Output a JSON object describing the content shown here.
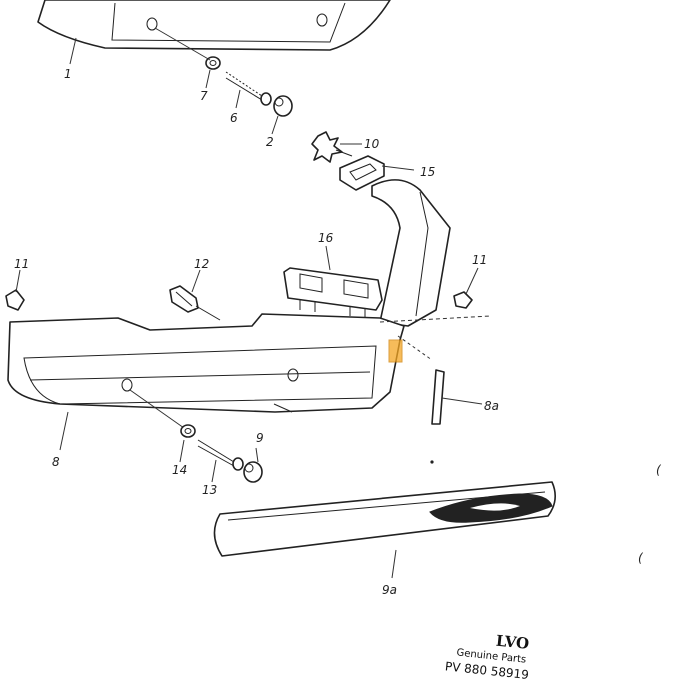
{
  "labels": {
    "l1": "1",
    "l7": "7",
    "l6": "6",
    "l2": "2",
    "l10": "10",
    "l15": "15",
    "l16": "16",
    "l12": "12",
    "l11_left": "11",
    "l11_right": "11",
    "l8a": "8a",
    "l8": "8",
    "l14": "14",
    "l13": "13",
    "l9": "9",
    "l9a": "9a"
  },
  "footer": {
    "brand": "LVO",
    "genuine": "Genuine Parts",
    "part_number": "PV 880 58919"
  },
  "colors": {
    "highlight": "#f5a623",
    "ink": "#222222",
    "paper": "#ffffff"
  }
}
